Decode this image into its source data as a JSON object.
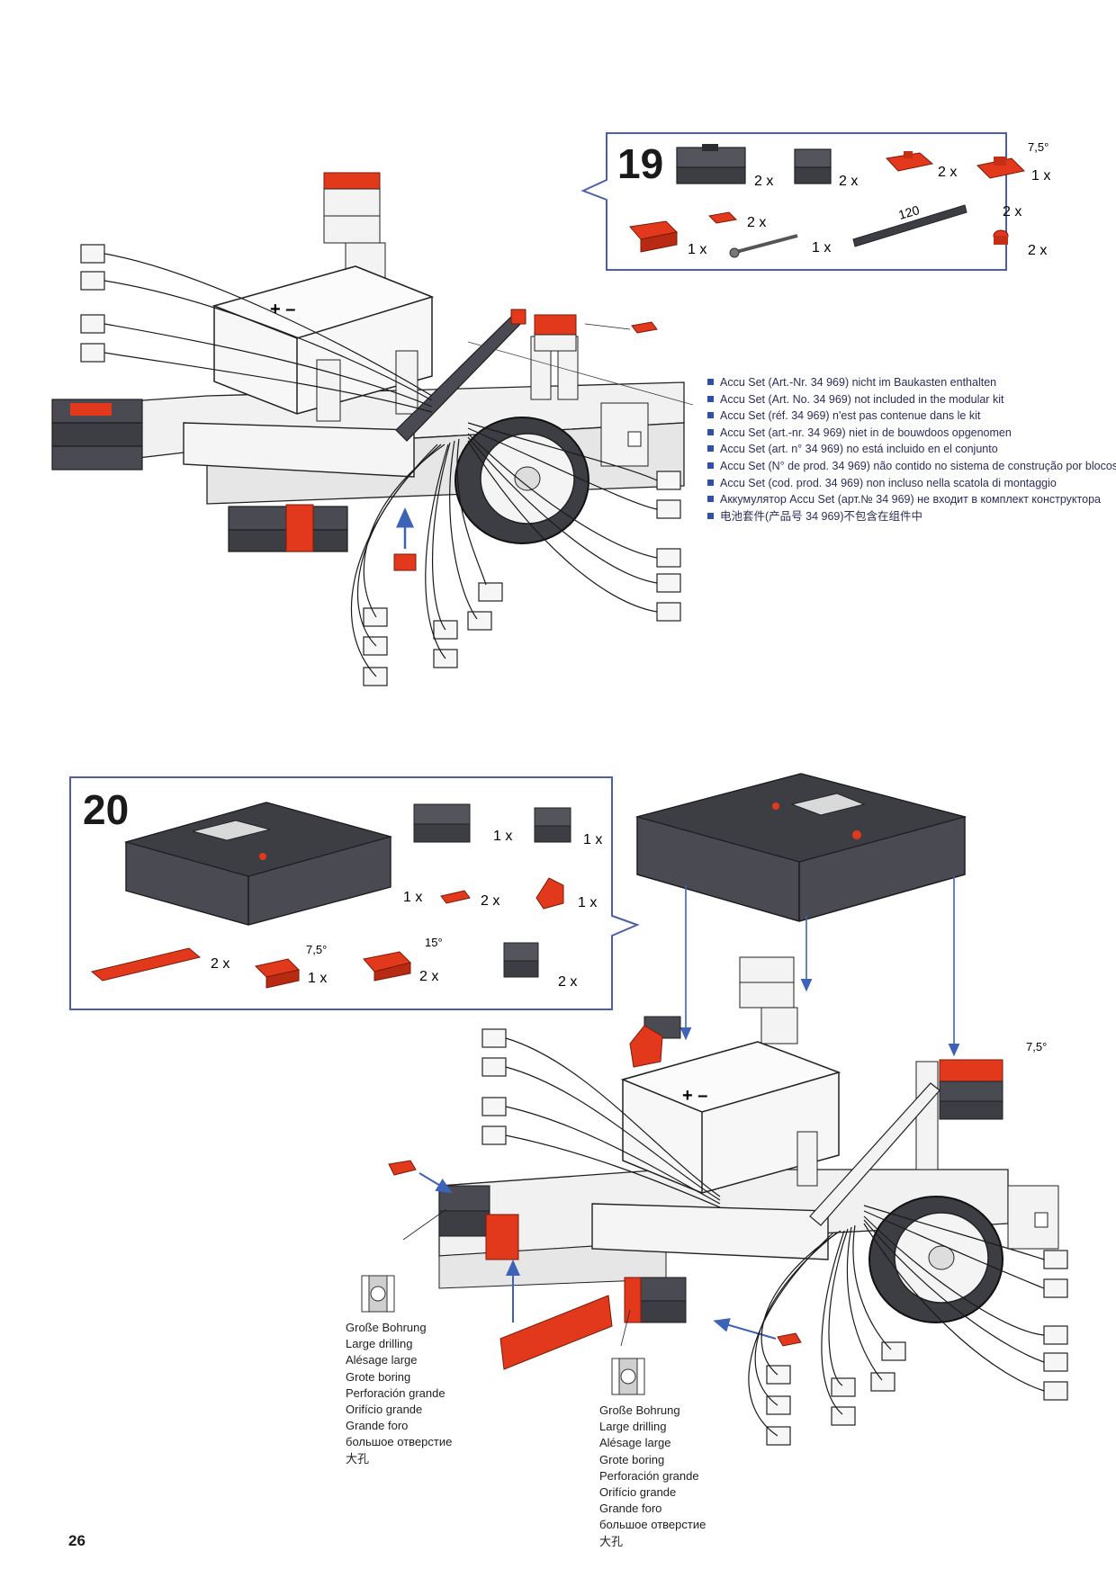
{
  "page_number": "26",
  "step19": {
    "number": "19",
    "parts": [
      {
        "name": "building-block-30",
        "qty": "2 x"
      },
      {
        "name": "building-block-15-groove",
        "qty": "2 x"
      },
      {
        "name": "red-angle-block",
        "qty": "2 x"
      },
      {
        "name": "red-angle-block-7-5",
        "qty": "1 x",
        "angle": "7,5°"
      },
      {
        "name": "red-building-block-15",
        "qty": "1 x"
      },
      {
        "name": "red-adapter-plate",
        "qty": "2 x"
      },
      {
        "name": "metal-axle",
        "qty": "1 x"
      },
      {
        "name": "strut-120",
        "qty": "2 x",
        "length": "120"
      },
      {
        "name": "red-collar",
        "qty": "2 x"
      }
    ]
  },
  "battery_note": [
    "Accu Set (Art.-Nr. 34 969) nicht im Baukasten enthalten",
    "Accu Set (Art. No. 34 969) not included in the modular kit",
    "Accu Set (réf. 34 969) n'est pas contenue dans le kit",
    "Accu Set (art.-nr. 34 969) niet in de bouwdoos opgenomen",
    "Accu Set (art. n° 34 969) no está incluido en el conjunto",
    "Accu Set (N° de prod. 34 969) não contido no sistema de construção por blocos",
    "Accu Set (cod. prod. 34 969) non incluso nella scatola di montaggio",
    "Аккумулятор Accu Set (арт.№ 34 969) не входит в комплект конструктора",
    "电池套件(产品号 34 969)不包含在组件中"
  ],
  "step20": {
    "number": "20",
    "parts": [
      {
        "name": "controller",
        "qty": "1 x"
      },
      {
        "name": "building-block-30",
        "qty": "1 x"
      },
      {
        "name": "building-block-15-groove",
        "qty": "1 x"
      },
      {
        "name": "red-adapter-plate",
        "qty": "2 x"
      },
      {
        "name": "red-hinge-block",
        "qty": "1 x"
      },
      {
        "name": "red-flat-plate",
        "qty": "2 x"
      },
      {
        "name": "red-angle-block-7-5",
        "qty": "1 x",
        "angle": "7,5°"
      },
      {
        "name": "red-angle-block-15",
        "qty": "2 x",
        "angle": "15°"
      },
      {
        "name": "building-block-15-grey",
        "qty": "2 x"
      }
    ],
    "assembly_angle": "7,5°"
  },
  "large_drilling": [
    "Große Bohrung",
    "Large drilling",
    "Alésage large",
    "Grote boring",
    "Perforación grande",
    "Orifício grande",
    "Grande foro",
    "большое отверстие",
    "大孔"
  ],
  "colors": {
    "red": "#e2391c",
    "dark_grey": "#4a4b52",
    "light_grey": "#f2f2f2",
    "frame_blue": "#4d5fa8",
    "arrow_blue": "#3d63b8"
  }
}
